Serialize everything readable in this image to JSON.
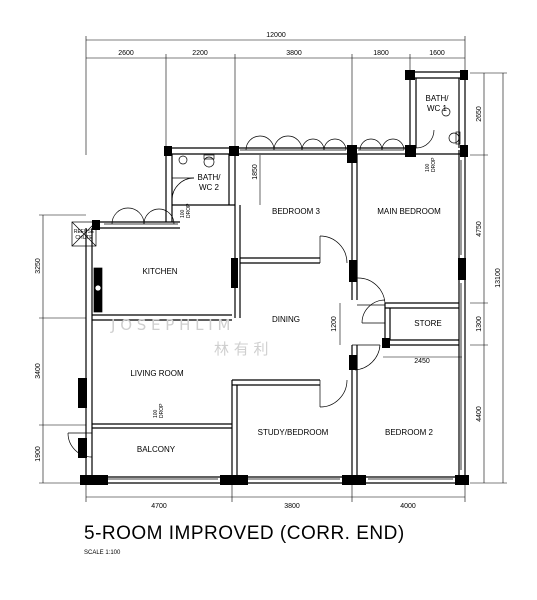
{
  "plan": {
    "title": "5-ROOM IMPROVED (CORR. END)",
    "scale": "SCALE  1:100",
    "watermark": {
      "latin": "J O S E P H   L I M",
      "chinese": "林 有 利"
    }
  },
  "rooms": {
    "bath_wc1": [
      "BATH/",
      "WC 1"
    ],
    "bath_wc2": [
      "BATH/",
      "WC 2"
    ],
    "bedroom3": "BEDROOM 3",
    "main_bedroom": "MAIN BEDROOM",
    "kitchen": "KITCHEN",
    "dining": "DINING",
    "store": "STORE",
    "living_room": "LIVING ROOM",
    "study_bedroom": "STUDY/BEDROOM",
    "bedroom2": "BEDROOM 2",
    "balcony": "BALCONY",
    "refuse_chute": [
      "REFUSE",
      "CHUTE"
    ]
  },
  "drops": {
    "drop_label": [
      "100",
      "DROP"
    ]
  },
  "dimensions": {
    "top_total": "12000",
    "top": [
      "2600",
      "2200",
      "3800",
      "1800",
      "1600"
    ],
    "bottom": [
      "4700",
      "3800",
      "4000"
    ],
    "left": [
      "3250",
      "3400",
      "1900"
    ],
    "right_total": "13100",
    "right": [
      "2650",
      "4750",
      "1300",
      "4400"
    ],
    "inner": {
      "bath2_depth": "1850",
      "dining_gap": "1200",
      "store_width": "2450"
    }
  }
}
